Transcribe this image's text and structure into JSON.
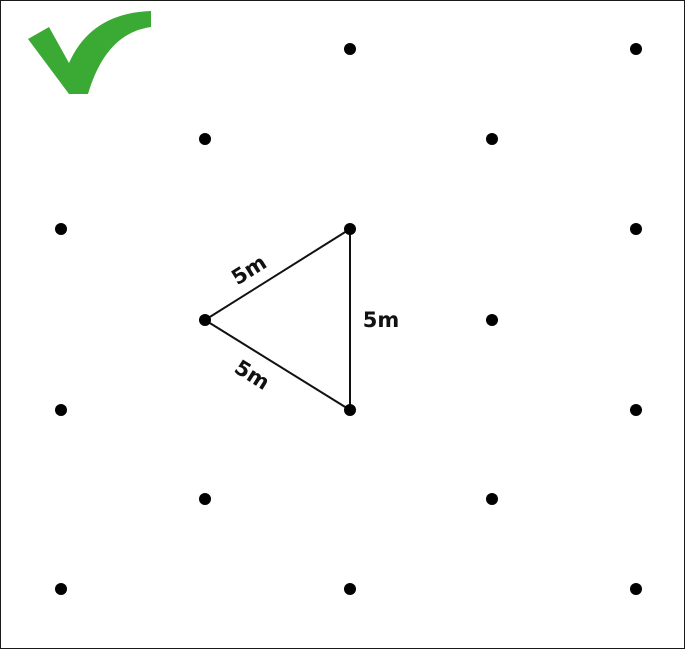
{
  "diagram": {
    "colors": {
      "dot": "#000000",
      "line": "#111111",
      "check": "#3aaa35",
      "border": "#1a1a1a"
    },
    "icon": "green-checkmark-icon",
    "triangle": {
      "edge_labels": {
        "top_left": "5m",
        "right": "5m",
        "bottom_left": "5m"
      }
    }
  }
}
